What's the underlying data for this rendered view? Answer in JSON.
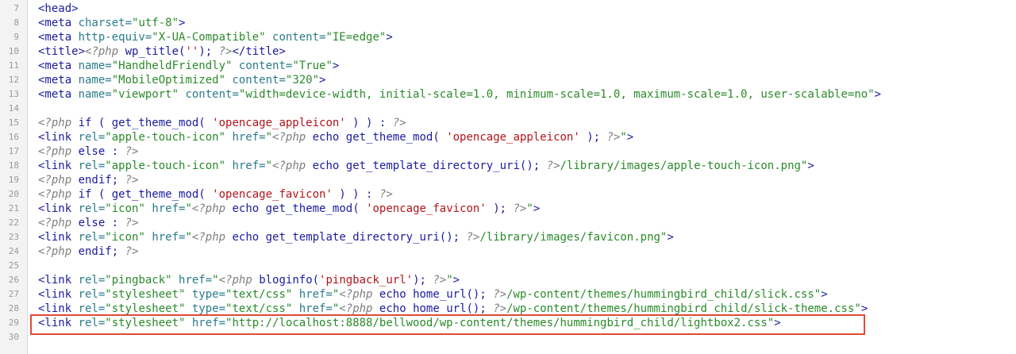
{
  "lines": [
    {
      "n": "7",
      "tokens": [
        {
          "t": "<head>",
          "c": "tag"
        }
      ]
    },
    {
      "n": "8",
      "tokens": [
        {
          "t": "<meta ",
          "c": "tag"
        },
        {
          "t": "charset=",
          "c": "attr"
        },
        {
          "t": "\"utf-8\"",
          "c": "str"
        },
        {
          "t": ">",
          "c": "tag"
        }
      ]
    },
    {
      "n": "9",
      "tokens": [
        {
          "t": "<meta ",
          "c": "tag"
        },
        {
          "t": "http-equiv=",
          "c": "attr"
        },
        {
          "t": "\"X-UA-Compatible\" ",
          "c": "str"
        },
        {
          "t": "content=",
          "c": "attr"
        },
        {
          "t": "\"IE=edge\"",
          "c": "str"
        },
        {
          "t": ">",
          "c": "tag"
        }
      ]
    },
    {
      "n": "10",
      "tokens": [
        {
          "t": "<title>",
          "c": "tag"
        },
        {
          "t": "<?php ",
          "c": "php"
        },
        {
          "t": "wp_title(",
          "c": "fn"
        },
        {
          "t": "''",
          "c": "phpstr"
        },
        {
          "t": "); ",
          "c": "fn"
        },
        {
          "t": "?>",
          "c": "php"
        },
        {
          "t": "</title>",
          "c": "tag"
        }
      ]
    },
    {
      "n": "11",
      "tokens": [
        {
          "t": "<meta ",
          "c": "tag"
        },
        {
          "t": "name=",
          "c": "attr"
        },
        {
          "t": "\"HandheldFriendly\" ",
          "c": "str"
        },
        {
          "t": "content=",
          "c": "attr"
        },
        {
          "t": "\"True\"",
          "c": "str"
        },
        {
          "t": ">",
          "c": "tag"
        }
      ]
    },
    {
      "n": "12",
      "tokens": [
        {
          "t": "<meta ",
          "c": "tag"
        },
        {
          "t": "name=",
          "c": "attr"
        },
        {
          "t": "\"MobileOptimized\" ",
          "c": "str"
        },
        {
          "t": "content=",
          "c": "attr"
        },
        {
          "t": "\"320\"",
          "c": "str"
        },
        {
          "t": ">",
          "c": "tag"
        }
      ]
    },
    {
      "n": "13",
      "tokens": [
        {
          "t": "<meta ",
          "c": "tag"
        },
        {
          "t": "name=",
          "c": "attr"
        },
        {
          "t": "\"viewport\" ",
          "c": "str"
        },
        {
          "t": "content=",
          "c": "attr"
        },
        {
          "t": "\"width=device-width, initial-scale=1.0, minimum-scale=1.0, maximum-scale=1.0, user-scalable=no\"",
          "c": "str"
        },
        {
          "t": ">",
          "c": "tag"
        }
      ]
    },
    {
      "n": "14",
      "tokens": []
    },
    {
      "n": "15",
      "tokens": [
        {
          "t": "<?php ",
          "c": "php"
        },
        {
          "t": "if ( get_theme_mod( ",
          "c": "fn"
        },
        {
          "t": "'opencage_appleicon'",
          "c": "phpstr"
        },
        {
          "t": " ) ) : ",
          "c": "fn"
        },
        {
          "t": "?>",
          "c": "php"
        }
      ]
    },
    {
      "n": "16",
      "tokens": [
        {
          "t": "<link ",
          "c": "tag"
        },
        {
          "t": "rel=",
          "c": "attr"
        },
        {
          "t": "\"apple-touch-icon\" ",
          "c": "str"
        },
        {
          "t": "href=",
          "c": "attr"
        },
        {
          "t": "\"",
          "c": "str"
        },
        {
          "t": "<?php ",
          "c": "php"
        },
        {
          "t": "echo get_theme_mod( ",
          "c": "fn"
        },
        {
          "t": "'opencage_appleicon'",
          "c": "phpstr"
        },
        {
          "t": " ); ",
          "c": "fn"
        },
        {
          "t": "?>",
          "c": "php"
        },
        {
          "t": "\"",
          "c": "str"
        },
        {
          "t": ">",
          "c": "tag"
        }
      ]
    },
    {
      "n": "17",
      "tokens": [
        {
          "t": "<?php ",
          "c": "php"
        },
        {
          "t": "else : ",
          "c": "fn"
        },
        {
          "t": "?>",
          "c": "php"
        }
      ]
    },
    {
      "n": "18",
      "tokens": [
        {
          "t": "<link ",
          "c": "tag"
        },
        {
          "t": "rel=",
          "c": "attr"
        },
        {
          "t": "\"apple-touch-icon\" ",
          "c": "str"
        },
        {
          "t": "href=",
          "c": "attr"
        },
        {
          "t": "\"",
          "c": "str"
        },
        {
          "t": "<?php ",
          "c": "php"
        },
        {
          "t": "echo get_template_directory_uri(); ",
          "c": "fn"
        },
        {
          "t": "?>",
          "c": "php"
        },
        {
          "t": "/library/images/apple-touch-icon.png\"",
          "c": "str"
        },
        {
          "t": ">",
          "c": "tag"
        }
      ]
    },
    {
      "n": "19",
      "tokens": [
        {
          "t": "<?php ",
          "c": "php"
        },
        {
          "t": "endif; ",
          "c": "fn"
        },
        {
          "t": "?>",
          "c": "php"
        }
      ]
    },
    {
      "n": "20",
      "tokens": [
        {
          "t": "<?php ",
          "c": "php"
        },
        {
          "t": "if ( get_theme_mod( ",
          "c": "fn"
        },
        {
          "t": "'opencage_favicon'",
          "c": "phpstr"
        },
        {
          "t": " ) ) : ",
          "c": "fn"
        },
        {
          "t": "?>",
          "c": "php"
        }
      ]
    },
    {
      "n": "21",
      "tokens": [
        {
          "t": "<link ",
          "c": "tag"
        },
        {
          "t": "rel=",
          "c": "attr"
        },
        {
          "t": "\"icon\" ",
          "c": "str"
        },
        {
          "t": "href=",
          "c": "attr"
        },
        {
          "t": "\"",
          "c": "str"
        },
        {
          "t": "<?php ",
          "c": "php"
        },
        {
          "t": "echo get_theme_mod( ",
          "c": "fn"
        },
        {
          "t": "'opencage_favicon'",
          "c": "phpstr"
        },
        {
          "t": " ); ",
          "c": "fn"
        },
        {
          "t": "?>",
          "c": "php"
        },
        {
          "t": "\"",
          "c": "str"
        },
        {
          "t": ">",
          "c": "tag"
        }
      ]
    },
    {
      "n": "22",
      "tokens": [
        {
          "t": "<?php ",
          "c": "php"
        },
        {
          "t": "else : ",
          "c": "fn"
        },
        {
          "t": "?>",
          "c": "php"
        }
      ]
    },
    {
      "n": "23",
      "tokens": [
        {
          "t": "<link ",
          "c": "tag"
        },
        {
          "t": "rel=",
          "c": "attr"
        },
        {
          "t": "\"icon\" ",
          "c": "str"
        },
        {
          "t": "href=",
          "c": "attr"
        },
        {
          "t": "\"",
          "c": "str"
        },
        {
          "t": "<?php ",
          "c": "php"
        },
        {
          "t": "echo get_template_directory_uri(); ",
          "c": "fn"
        },
        {
          "t": "?>",
          "c": "php"
        },
        {
          "t": "/library/images/favicon.png\"",
          "c": "str"
        },
        {
          "t": ">",
          "c": "tag"
        }
      ]
    },
    {
      "n": "24",
      "tokens": [
        {
          "t": "<?php ",
          "c": "php"
        },
        {
          "t": "endif; ",
          "c": "fn"
        },
        {
          "t": "?>",
          "c": "php"
        }
      ]
    },
    {
      "n": "25",
      "tokens": []
    },
    {
      "n": "26",
      "tokens": [
        {
          "t": "<link ",
          "c": "tag"
        },
        {
          "t": "rel=",
          "c": "attr"
        },
        {
          "t": "\"pingback\" ",
          "c": "str"
        },
        {
          "t": "href=",
          "c": "attr"
        },
        {
          "t": "\"",
          "c": "str"
        },
        {
          "t": "<?php ",
          "c": "php"
        },
        {
          "t": "bloginfo(",
          "c": "fn"
        },
        {
          "t": "'pingback_url'",
          "c": "phpstr"
        },
        {
          "t": "); ",
          "c": "fn"
        },
        {
          "t": "?>",
          "c": "php"
        },
        {
          "t": "\"",
          "c": "str"
        },
        {
          "t": ">",
          "c": "tag"
        }
      ]
    },
    {
      "n": "27",
      "tokens": [
        {
          "t": "<link ",
          "c": "tag"
        },
        {
          "t": "rel=",
          "c": "attr"
        },
        {
          "t": "\"stylesheet\" ",
          "c": "str"
        },
        {
          "t": "type=",
          "c": "attr"
        },
        {
          "t": "\"text/css\" ",
          "c": "str"
        },
        {
          "t": "href=",
          "c": "attr"
        },
        {
          "t": "\"",
          "c": "str"
        },
        {
          "t": "<?php ",
          "c": "php"
        },
        {
          "t": "echo home_url(); ",
          "c": "fn"
        },
        {
          "t": "?>",
          "c": "php"
        },
        {
          "t": "/wp-content/themes/hummingbird_child/slick.css\"",
          "c": "str"
        },
        {
          "t": ">",
          "c": "tag"
        }
      ]
    },
    {
      "n": "28",
      "tokens": [
        {
          "t": "<link ",
          "c": "tag"
        },
        {
          "t": "rel=",
          "c": "attr"
        },
        {
          "t": "\"stylesheet\" ",
          "c": "str"
        },
        {
          "t": "type=",
          "c": "attr"
        },
        {
          "t": "\"text/css\" ",
          "c": "str"
        },
        {
          "t": "href=",
          "c": "attr"
        },
        {
          "t": "\"",
          "c": "str"
        },
        {
          "t": "<?php ",
          "c": "php"
        },
        {
          "t": "echo home_url(); ",
          "c": "fn"
        },
        {
          "t": "?>",
          "c": "php"
        },
        {
          "t": "/wp-content/themes/hummingbird_child/slick-theme.css\"",
          "c": "str"
        },
        {
          "t": ">",
          "c": "tag"
        }
      ]
    },
    {
      "n": "29",
      "tokens": [
        {
          "t": "<link ",
          "c": "tag"
        },
        {
          "t": "rel=",
          "c": "attr"
        },
        {
          "t": "\"stylesheet\" ",
          "c": "str"
        },
        {
          "t": "href=",
          "c": "attr"
        },
        {
          "t": "\"http://localhost:8888/bellwood/wp-content/themes/hummingbird_child/lightbox2.css\"",
          "c": "str"
        },
        {
          "t": ">",
          "c": "tag"
        }
      ]
    },
    {
      "n": "30",
      "tokens": []
    }
  ],
  "highlight": {
    "line": "29",
    "color": "#e04a3a"
  }
}
